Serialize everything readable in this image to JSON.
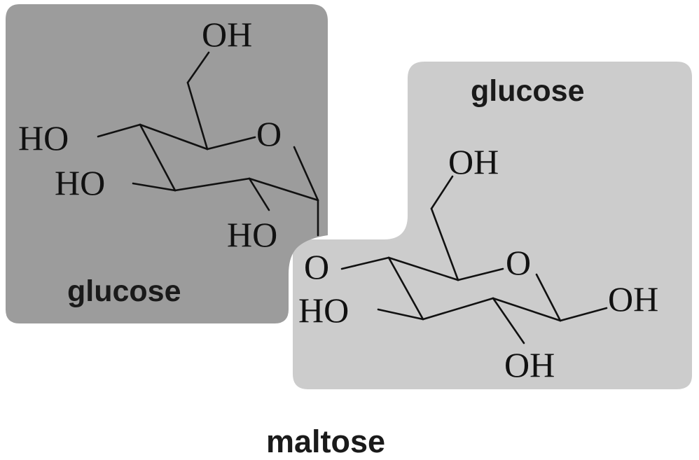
{
  "colors": {
    "left_panel": "#9c9c9c",
    "right_panel": "#cccccc",
    "text": "#111111"
  },
  "left_unit": {
    "label": "glucose",
    "atoms": {
      "ch2oh": "OH",
      "ring_o": "O",
      "oh_c4": "HO",
      "oh_c3": "HO",
      "oh_c2": "HO"
    }
  },
  "right_unit": {
    "label": "glucose",
    "atoms": {
      "ch2oh": "OH",
      "ring_o": "O",
      "glycosidic_o": "O",
      "oh_c3": "HO",
      "oh_c1": "OH",
      "oh_c2": "OH"
    }
  },
  "caption": "maltose"
}
